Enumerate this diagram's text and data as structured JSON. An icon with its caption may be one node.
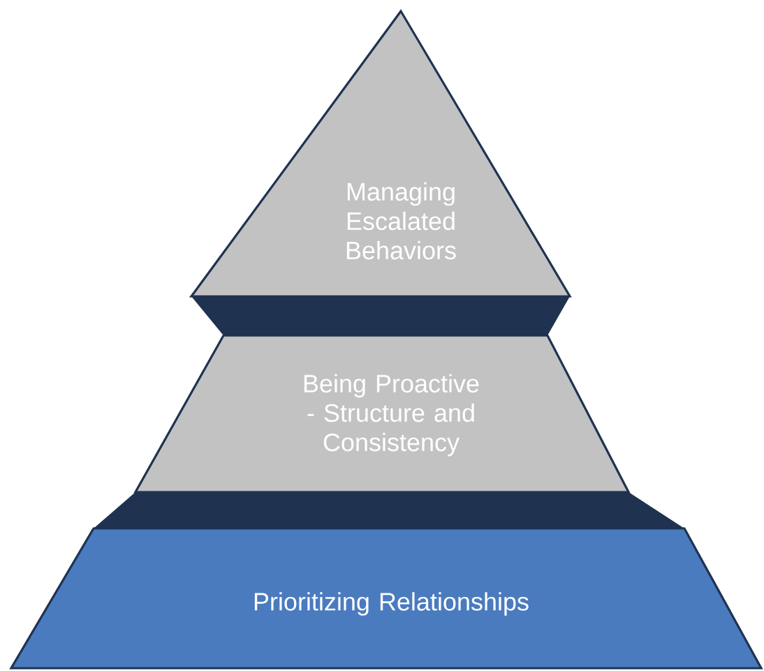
{
  "diagram": {
    "nodes": [
      {
        "text": [
          "Managing Escalated Behaviors"
        ]
      },
      {
        "text": [],
        "shape": "band"
      },
      {
        "text": [
          "Being Proactive - Structure and Consistency"
        ]
      },
      {
        "text": [],
        "shape": "band"
      },
      {
        "text": [
          "Prioritizing Relationships"
        ]
      }
    ]
  }
}
